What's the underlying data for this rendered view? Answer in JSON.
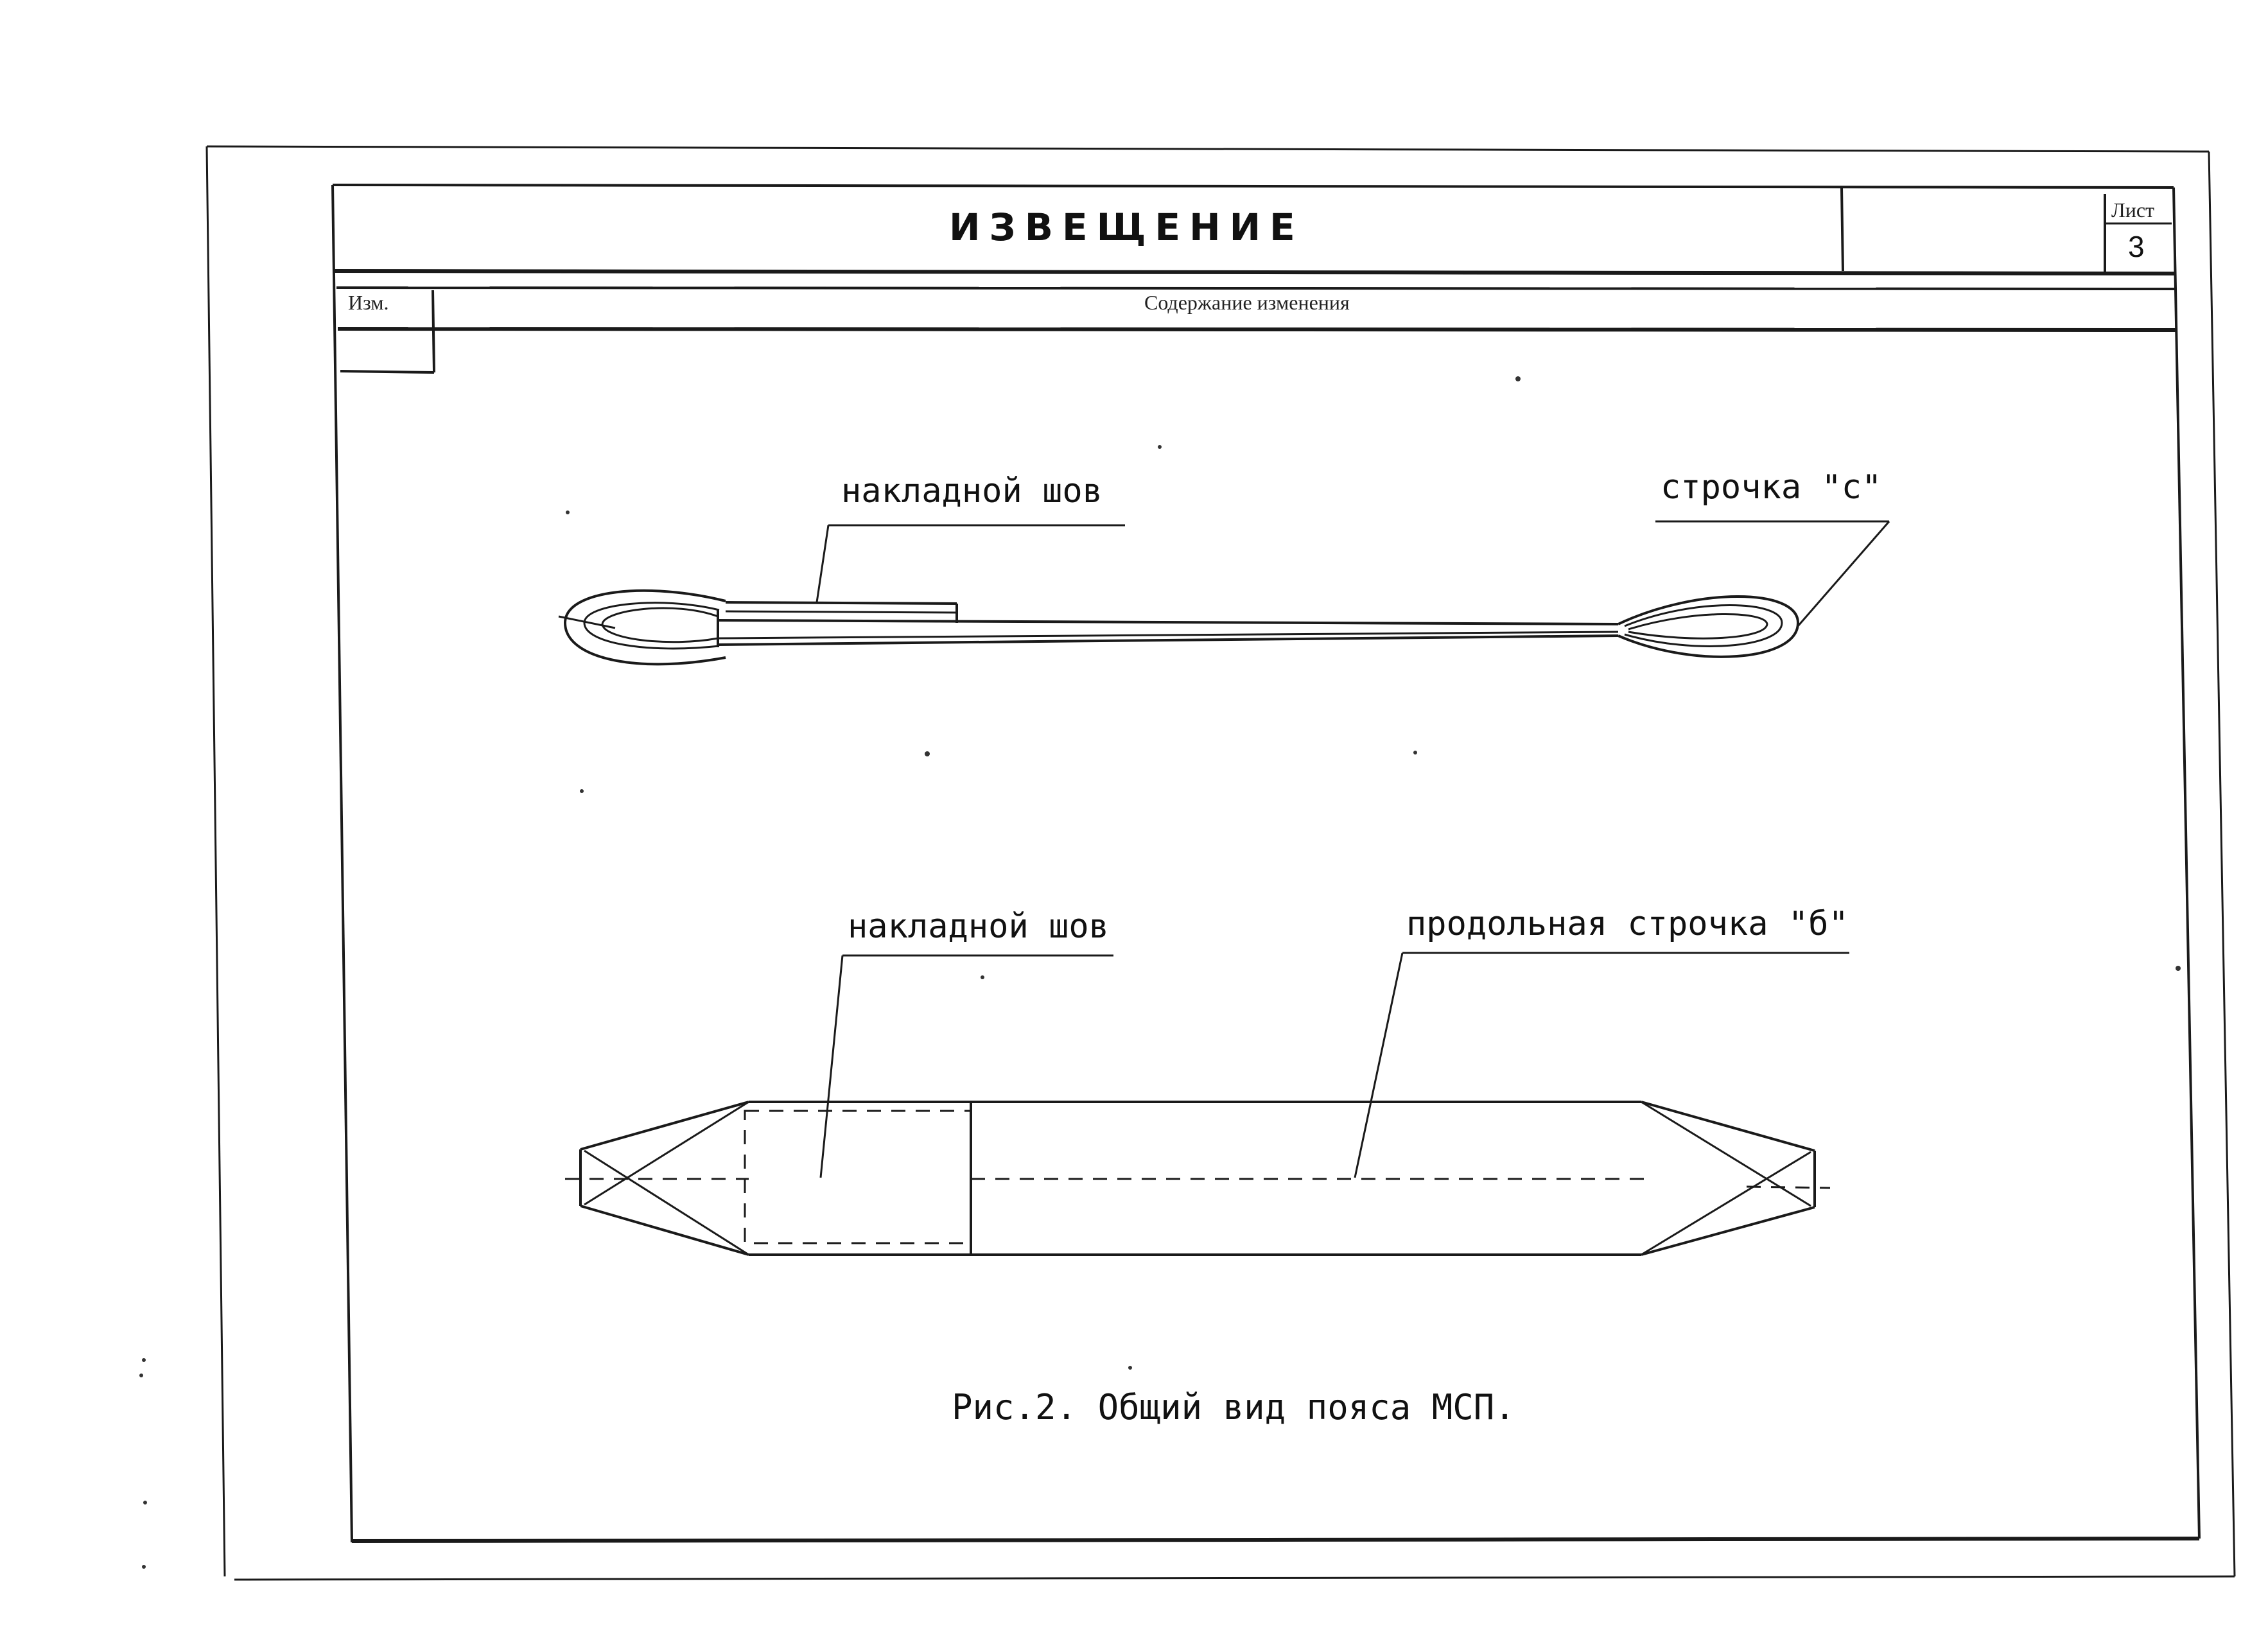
{
  "header": {
    "title": "ИЗВЕЩЕНИЕ",
    "sheet_label": "Лист",
    "sheet_number": "3"
  },
  "table_header": {
    "change_col": "Изм.",
    "content_col": "Содержание изменения"
  },
  "figure": {
    "top_view": {
      "label_seam": "накладной шов",
      "label_stitch_c": "строчка \"с\""
    },
    "bottom_view": {
      "label_seam": "накладной шов",
      "label_stitch_b": "продольная строчка \"б\""
    },
    "caption": "Рис.2. Общий вид пояса МСП."
  }
}
